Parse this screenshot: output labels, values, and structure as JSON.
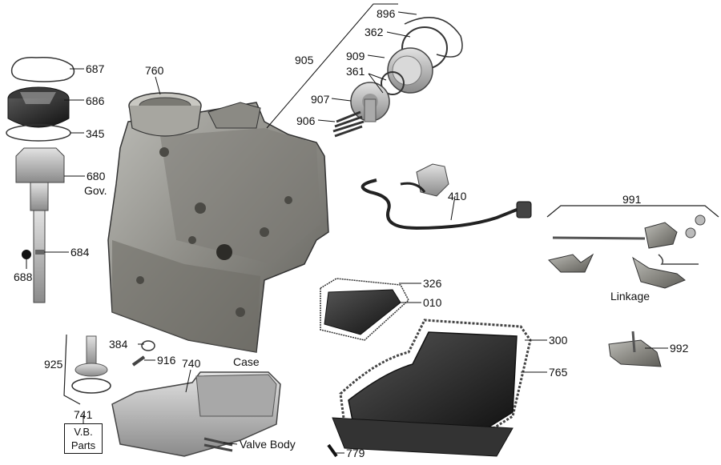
{
  "diagram": {
    "callouts": {
      "c896": "896",
      "c362": "362",
      "c905": "905",
      "c909": "909",
      "c361": "361",
      "c907": "907",
      "c906": "906",
      "c687": "687",
      "c686": "686",
      "c345": "345",
      "c760": "760",
      "c680": "680",
      "gov": "Gov.",
      "c684": "684",
      "c688": "688",
      "c410": "410",
      "c991": "991",
      "linkage": "Linkage",
      "c326": "326",
      "c010": "010",
      "c300": "300",
      "c765": "765",
      "c992": "992",
      "c384": "384",
      "c916": "916",
      "c740": "740",
      "case": "Case",
      "c925": "925",
      "c741": "741",
      "vb_line1": "V.B.",
      "vb_line2": "Parts",
      "valve_body": "Valve Body",
      "c779": "779"
    }
  }
}
